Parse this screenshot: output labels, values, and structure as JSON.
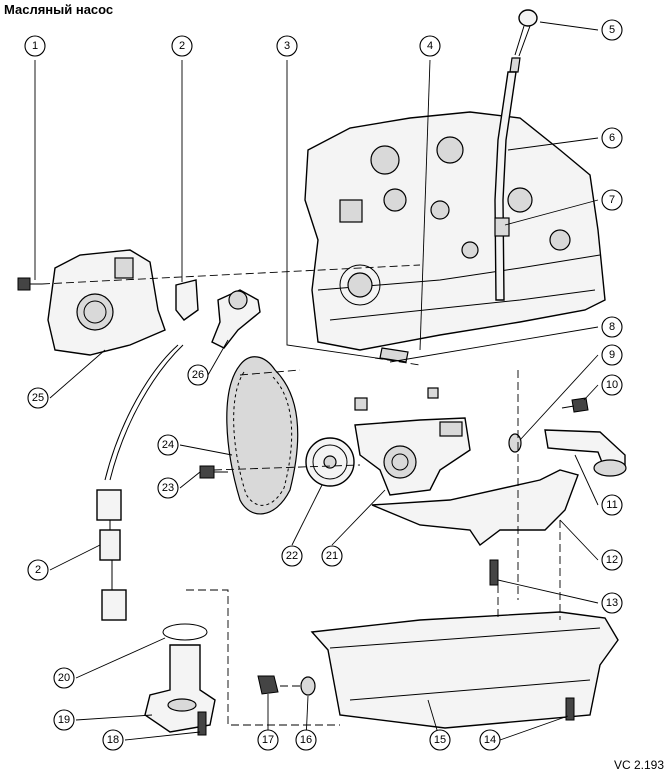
{
  "title": "Масляный насос",
  "code": "VC 2.193",
  "callouts": [
    "1",
    "2",
    "3",
    "4",
    "5",
    "6",
    "7",
    "8",
    "9",
    "10",
    "11",
    "12",
    "13",
    "14",
    "15",
    "16",
    "17",
    "18",
    "19",
    "20",
    "21",
    "22",
    "23",
    "24",
    "25",
    "26",
    "2"
  ]
}
